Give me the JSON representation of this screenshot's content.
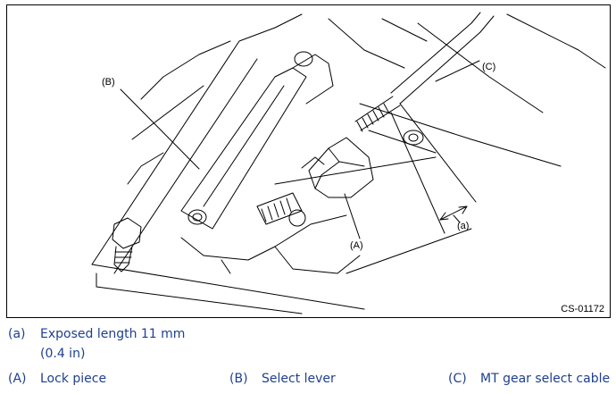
{
  "figure": {
    "code": "CS-01172",
    "callouts": {
      "a": "(a)",
      "b": "(B)",
      "c": "(C)",
      "A": "(A)"
    }
  },
  "legend": {
    "a": {
      "key": "(a)",
      "text": "Exposed length 11 mm",
      "text2": "(0.4 in)"
    },
    "A": {
      "key": "(A)",
      "text": "Lock piece"
    },
    "B": {
      "key": "(B)",
      "text": "Select lever"
    },
    "C": {
      "key": "(C)",
      "text": "MT gear select cable"
    }
  },
  "colors": {
    "legend_text": "#1f3f8f",
    "line": "#000000"
  }
}
